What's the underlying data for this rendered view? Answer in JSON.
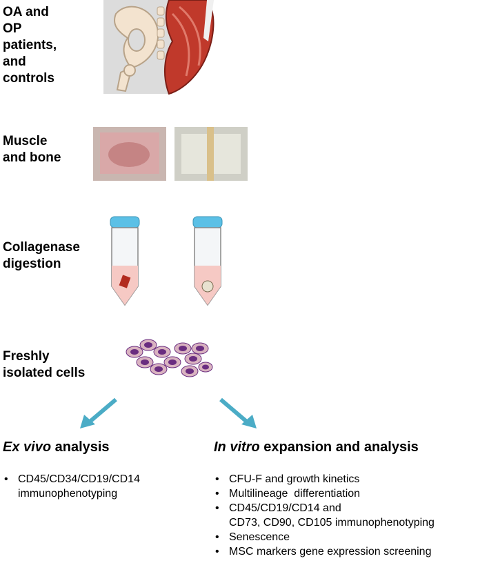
{
  "steps": [
    {
      "lines": [
        "OA and",
        "OP",
        "patients,",
        "and",
        "controls"
      ]
    },
    {
      "lines": [
        "Muscle",
        "and bone"
      ]
    },
    {
      "lines": [
        "Collagenase",
        "digestion"
      ]
    },
    {
      "lines": [
        "Freshly",
        "isolated cells"
      ]
    }
  ],
  "left_branch": {
    "heading_italic": "Ex vivo",
    "heading_rest": " analysis",
    "bullets": [
      {
        "lines": [
          "CD45/CD34/CD19/CD14",
          "immunophenotyping"
        ]
      }
    ]
  },
  "right_branch": {
    "heading_italic": "In vitro",
    "heading_rest": " expansion and analysis",
    "bullets": [
      {
        "lines": [
          "CFU-F and growth kinetics"
        ]
      },
      {
        "lines": [
          "Multilineage  differentiation"
        ]
      },
      {
        "lines": [
          "CD45/CD19/CD14 and",
          "CD73, CD90, CD105 immunophenotyping"
        ]
      },
      {
        "lines": [
          "Senescence"
        ]
      },
      {
        "lines": [
          "MSC markers gene expression screening"
        ]
      }
    ]
  },
  "bullet_char": "•",
  "colors": {
    "arrow": "#4bacc6",
    "muscle": "#c0392b",
    "bone": "#f3e3cf",
    "cap": "#5bc0e6",
    "cell_fill": "#d9b3c0",
    "nucleus": "#6a2d80"
  }
}
